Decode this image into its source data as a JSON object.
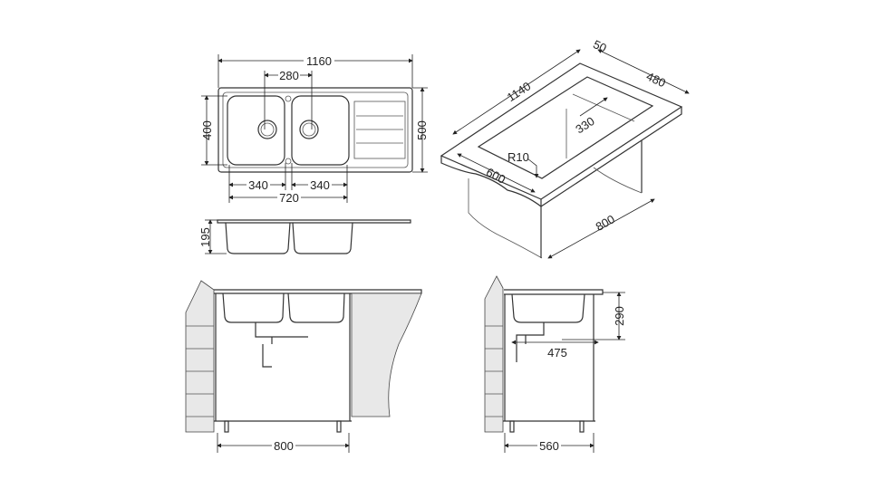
{
  "top_view": {
    "width": "1160",
    "tap_spacing": "280",
    "bowl_depth": "400",
    "overall_depth": "500",
    "bowl_left": "340",
    "bowl_right": "340",
    "bowls_total": "720"
  },
  "side_view": {
    "height": "195"
  },
  "iso_view": {
    "length": "1140",
    "edge": "50",
    "depth": "480",
    "drainer": "330",
    "radius": "R10",
    "front": "600",
    "cabinet": "800"
  },
  "front_install": {
    "cabinet_width": "800"
  },
  "side_install": {
    "height": "290",
    "drain_offset": "475",
    "cabinet_depth": "560"
  }
}
